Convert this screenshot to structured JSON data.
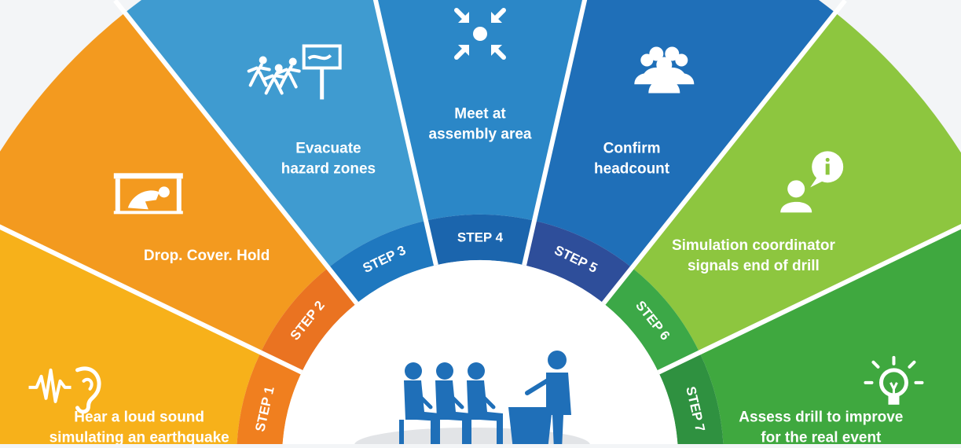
{
  "center": {
    "icon": "audience-presentation-icon"
  },
  "steps": [
    {
      "label": "STEP 1",
      "text": [
        "Hear a loud sound",
        "simulating an earthquake"
      ],
      "icon": "ear-sound-icon",
      "color": "#f7b11a",
      "band": "#f07f1f"
    },
    {
      "label": "STEP 2",
      "text": [
        "Drop. Cover. Hold"
      ],
      "icon": "drop-cover-hold-icon",
      "color": "#f39a1f",
      "band": "#ea7321"
    },
    {
      "label": "STEP 3",
      "text": [
        "Evacuate",
        "hazard zones"
      ],
      "icon": "evacuate-people-icon",
      "color": "#3f9bd0",
      "band": "#1f78bf"
    },
    {
      "label": "STEP 4",
      "text": [
        "Meet at",
        "assembly area"
      ],
      "icon": "assembly-point-icon",
      "color": "#2b87c7",
      "band": "#1b65ad"
    },
    {
      "label": "STEP 5",
      "text": [
        "Confirm",
        "headcount"
      ],
      "icon": "group-people-icon",
      "color": "#1f6fb8",
      "band": "#2e4e9a"
    },
    {
      "label": "STEP 6",
      "text": [
        "Simulation coordinator",
        "signals end of drill"
      ],
      "icon": "info-speech-person-icon",
      "color": "#8dc63f",
      "band": "#3ca847"
    },
    {
      "label": "STEP 7",
      "text": [
        "Assess drill to improve",
        "for the real event"
      ],
      "icon": "lightbulb-icon",
      "color": "#3fa83f",
      "band": "#2f9140"
    }
  ]
}
